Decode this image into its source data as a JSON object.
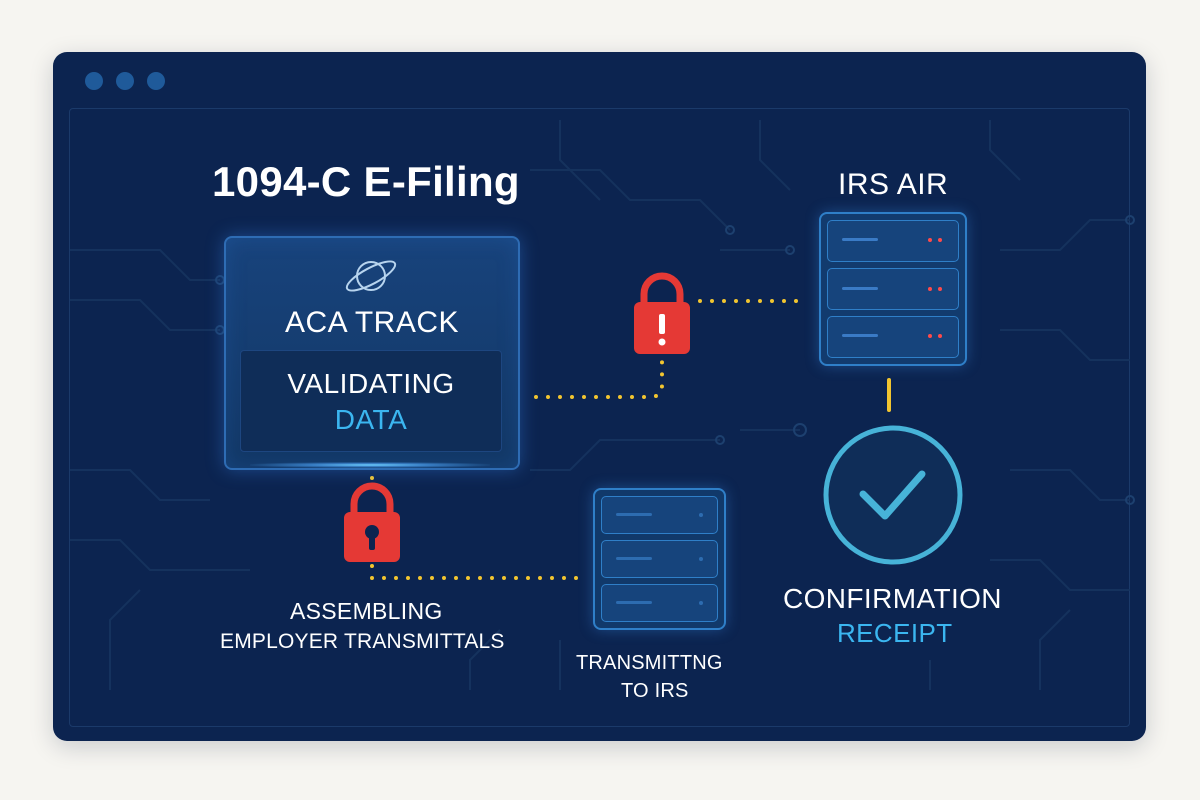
{
  "window": {
    "controls": [
      "window-dot",
      "window-dot",
      "window-dot"
    ]
  },
  "diagram": {
    "title": "1094-C E-Filing",
    "aca_card": {
      "icon": "planet-icon",
      "name": "ACA TRACK",
      "status_line1": "VALIDATING",
      "status_line2": "DATA"
    },
    "irs_air": {
      "label": "IRS AIR",
      "icon": "server-icon"
    },
    "assembling": {
      "line1": "ASSEMBLING",
      "line2": "EMPLOYER TRANSMITTALS",
      "icon": "lock-icon"
    },
    "transmitting": {
      "line1": "TRANSMITTNG",
      "line2": "TO IRS",
      "icon": "server-icon"
    },
    "confirmation": {
      "line1": "CONFIRMATION",
      "line2": "RECEIPT",
      "icon": "checkmark-circle-icon"
    }
  },
  "colors": {
    "background": "#0c2450",
    "accent_blue": "#3bb6f0",
    "lock_red": "#e53935",
    "connector_yellow": "#f2c530",
    "server_led": "#ff4a4a"
  }
}
